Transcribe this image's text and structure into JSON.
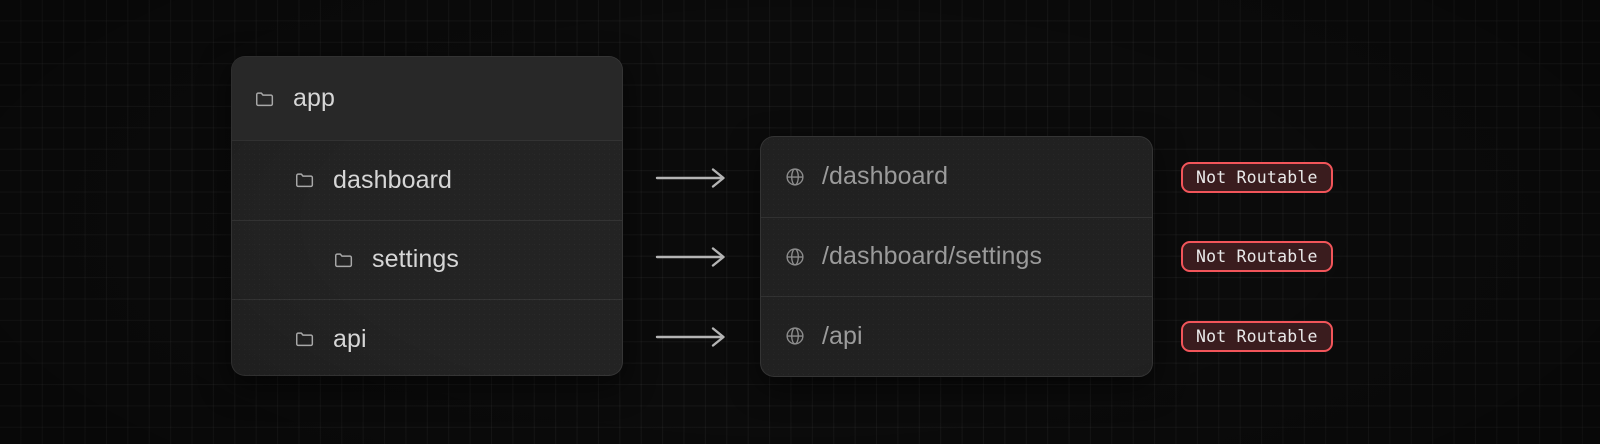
{
  "theme": {
    "background": "#0b0b0b",
    "grid_line": "rgba(255,255,255,0.045)",
    "card_background": "#1e1e1e",
    "card_header_background": "#282828",
    "label_color": "#d6d6d6",
    "route_color": "#9b9b9b",
    "arrow_color": "#b4b4b4",
    "badge_border": "#f2555a",
    "badge_background": "#3a1c1e",
    "badge_text_color": "#e9e9e9"
  },
  "tree_card": {
    "name": "file-tree",
    "header": {
      "icon": "folder-icon",
      "label": "app"
    },
    "rows": [
      {
        "icon": "folder-icon",
        "label": "dashboard",
        "depth": 1
      },
      {
        "icon": "folder-icon",
        "label": "settings",
        "depth": 2
      },
      {
        "icon": "folder-icon",
        "label": "api",
        "depth": 1
      }
    ]
  },
  "mapping": {
    "arrow_glyph": "long-right-arrow-icon",
    "arrows": [
      {
        "name": "arrow-dashboard"
      },
      {
        "name": "arrow-settings"
      },
      {
        "name": "arrow-api"
      }
    ]
  },
  "routes_card": {
    "name": "routes-list",
    "rows": [
      {
        "icon": "globe-icon",
        "label": "/dashboard"
      },
      {
        "icon": "globe-icon",
        "label": "/dashboard/settings"
      },
      {
        "icon": "globe-icon",
        "label": "/api"
      }
    ]
  },
  "badges": [
    {
      "label": "Not Routable"
    },
    {
      "label": "Not Routable"
    },
    {
      "label": "Not Routable"
    }
  ]
}
